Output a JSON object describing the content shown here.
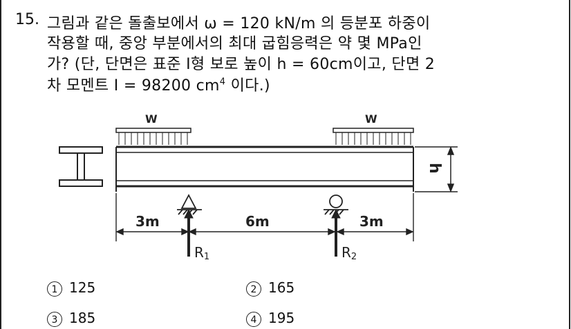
{
  "question": {
    "number": "15.",
    "line1": "그림과 같은 돌출보에서 ω = 120 kN/m 의 등분포 하중이",
    "line2": "작용할 때, 중앙 부분에서의 최대 굽힘응력은 약 몇 MPa인",
    "line3": "가? (단, 단면은 표준 I형 보로 높이 h = 60cm이고, 단면 2",
    "line4_a": "차 모멘트 I = 98200 cm",
    "line4_sup": "4",
    "line4_b": " 이다.)"
  },
  "diagram": {
    "load_left": "W",
    "load_right": "W",
    "height_label": "h",
    "span_left": "3m",
    "span_middle": "6m",
    "span_right": "3m",
    "reaction_left": "R",
    "reaction_left_sub": "1",
    "reaction_right": "R",
    "reaction_right_sub": "2"
  },
  "choices": [
    {
      "mark": "1",
      "value": "125"
    },
    {
      "mark": "2",
      "value": "165"
    },
    {
      "mark": "3",
      "value": "185"
    },
    {
      "mark": "4",
      "value": "195"
    }
  ]
}
